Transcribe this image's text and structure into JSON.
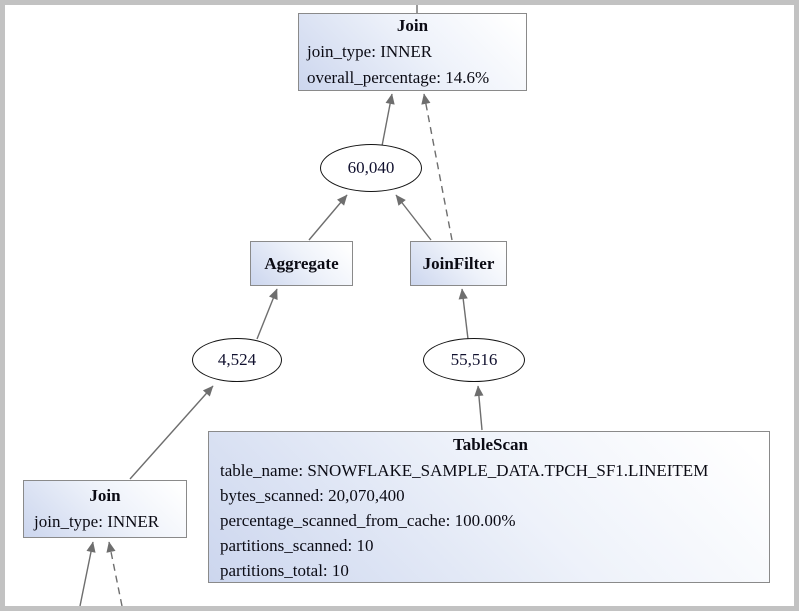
{
  "diagram": {
    "kind": "query-execution-plan-graph",
    "nodes": {
      "join_top": {
        "title": "Join",
        "attrs": [
          "join_type: INNER",
          "overall_percentage: 14.6%"
        ]
      },
      "aggregate": {
        "title": "Aggregate"
      },
      "join_filter": {
        "title": "JoinFilter"
      },
      "join_bottom": {
        "title": "Join",
        "attrs": [
          "join_type: INNER"
        ]
      },
      "table_scan": {
        "title": "TableScan",
        "attrs": [
          "table_name: SNOWFLAKE_SAMPLE_DATA.TPCH_SF1.LINEITEM",
          "bytes_scanned: 20,070,400",
          "percentage_scanned_from_cache: 100.00%",
          "partitions_scanned: 10",
          "partitions_total: 10"
        ]
      }
    },
    "row_counts": {
      "aggregate_output": "60,040",
      "aggregate_input": "4,524",
      "join_filter_input": "55,516"
    },
    "colors": {
      "node_fill_gradient_start": "#ccd6ee",
      "node_fill_gradient_end": "#ffffff",
      "node_border": "#8a8a8a",
      "ellipse_border": "#141414",
      "edge": "#6e6e6e",
      "frame_border": "#c2c2c2",
      "text": "#0b0b14"
    }
  }
}
